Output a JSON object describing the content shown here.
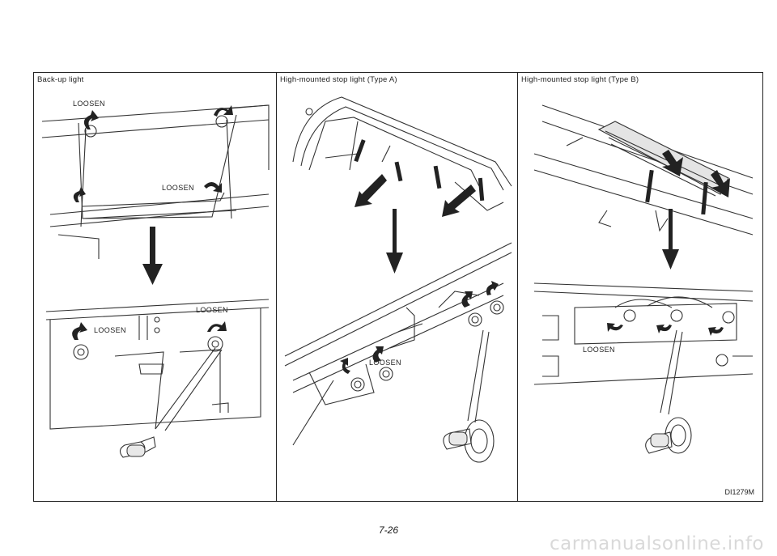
{
  "panels": [
    {
      "title": "Back-up light",
      "labels": [
        "LOOSEN",
        "LOOSEN",
        "LOOSEN",
        "LOOSEN"
      ]
    },
    {
      "title": "High-mounted stop light (Type A)",
      "labels": [
        "LOOSEN"
      ]
    },
    {
      "title": "High-mounted stop light (Type B)",
      "labels": [
        "LOOSEN"
      ]
    }
  ],
  "figure_code": "DI1279M",
  "page_number": "7-26",
  "watermark": "carmanualsonline.info",
  "icons": [
    "loosen-arrow-icon",
    "down-arrow-icon",
    "bulb-icon",
    "screw-icon",
    "socket-icon"
  ]
}
